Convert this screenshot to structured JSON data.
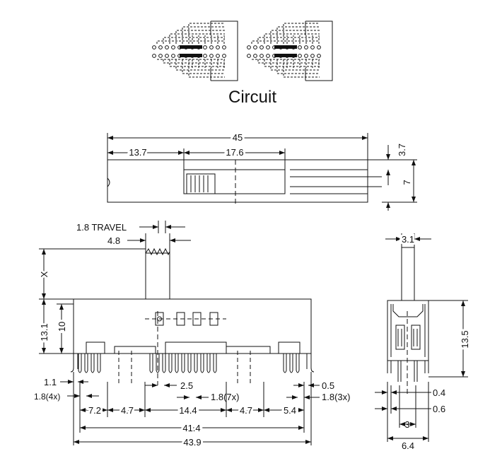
{
  "circuit": {
    "title": "Circuit"
  },
  "top_view": {
    "overall": "45",
    "left_offset": "13.7",
    "slider_span": "17.6",
    "slider_height": "3.7",
    "body_height": "7"
  },
  "front_view": {
    "travel": "1.8 TRAVEL",
    "actuator_width": "4.8",
    "actuator_height": "X",
    "body_height": "13.1",
    "pin_offset": "10",
    "edge_left": "1.1",
    "pitch_4x": "1.8(4x)",
    "gap_left": "7.2",
    "group_pitch_left": "4.7",
    "center_pitch": "2.5",
    "pitch_7x": "1.8(7x)",
    "center_span": "14.4",
    "group_pitch_right": "4.7",
    "gap_right": "5.4",
    "pin_width": "0.5",
    "pitch_3x": "1.8(3x)",
    "pin_span": "41.4",
    "overall_width": "43.9"
  },
  "side_view": {
    "actuator_thickness": "3.1",
    "body_height": "13.5",
    "pin_thickness": "0.4",
    "pin_offset": "0.6",
    "pin_spacing": "3",
    "overall_depth": "6.4"
  }
}
